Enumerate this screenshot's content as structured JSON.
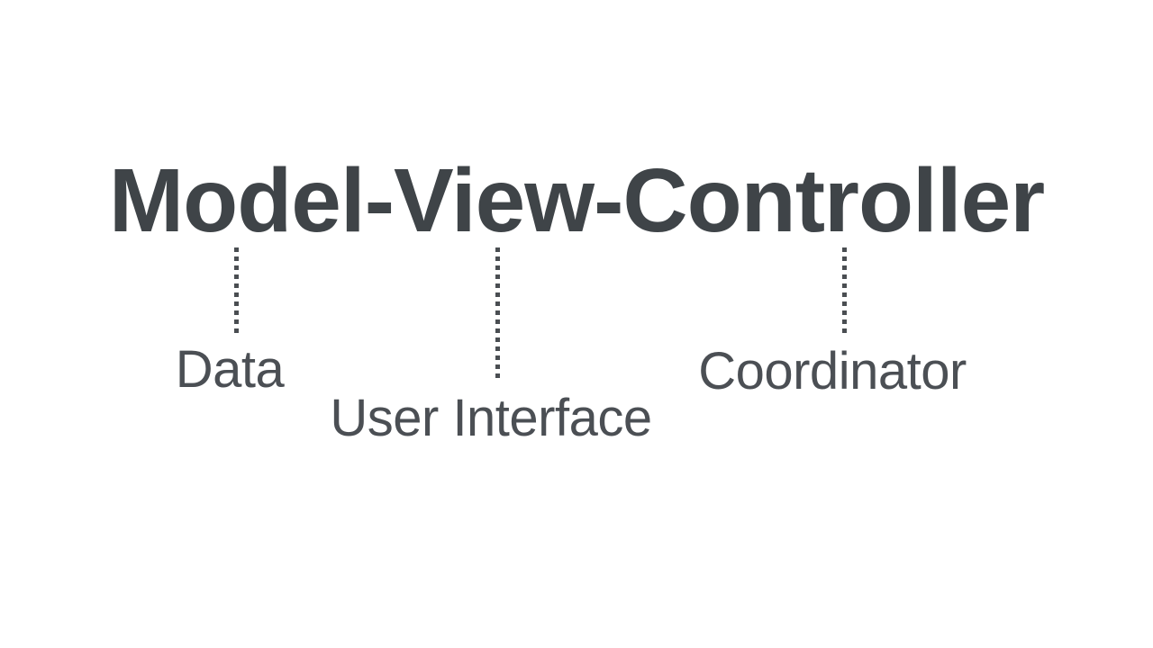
{
  "slide": {
    "title": "Model-View-Controller",
    "labels": [
      {
        "for": "Model",
        "text": "Data"
      },
      {
        "for": "View",
        "text": "User Interface"
      },
      {
        "for": "Controller",
        "text": "Coordinator"
      }
    ]
  },
  "colors": {
    "page_background": "#ffffff",
    "title_color": "#3f4448",
    "label_color": "#4b4f54",
    "connector_color": "#4a4e52"
  }
}
